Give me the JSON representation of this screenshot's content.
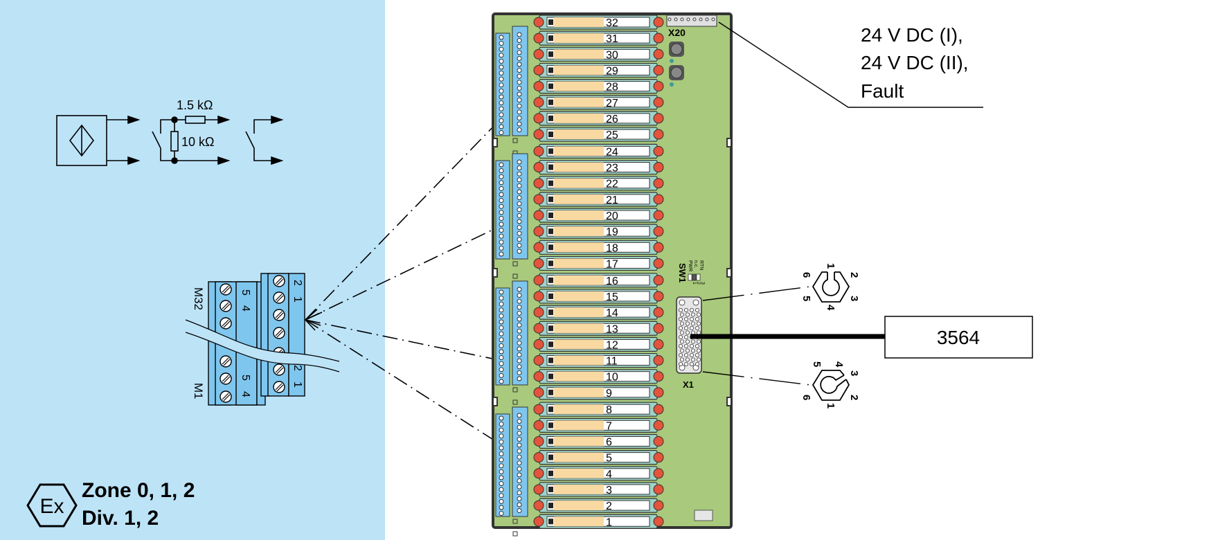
{
  "hazard_zone": {
    "background_color": "#bde3f7",
    "ex_symbol": "Ex",
    "zone_label": "Zone 0, 1, 2",
    "division_label": "Div. 1, 2"
  },
  "sensor_symbols": {
    "resistor_series_label": "1.5 kΩ",
    "resistor_parallel_label": "10 kΩ"
  },
  "terminal_block": {
    "top_label": "M32",
    "bottom_label": "M1",
    "upper_left_pins": [
      "5",
      "4"
    ],
    "upper_right_pins": [
      "2",
      "1"
    ],
    "lower_left_pins": [
      "5",
      "4"
    ],
    "lower_right_pins": [
      "2",
      "1"
    ]
  },
  "board": {
    "connector_top_label": "X20",
    "connector_main_label": "X1",
    "switch_label": "SW1",
    "switch_options": [
      "RTN",
      "n.c.",
      "PWR"
    ],
    "switch_positions": [
      "3",
      "2",
      "1"
    ],
    "module_numbers": [
      "32",
      "31",
      "30",
      "29",
      "28",
      "27",
      "26",
      "25",
      "24",
      "23",
      "22",
      "21",
      "20",
      "19",
      "18",
      "17",
      "16",
      "15",
      "14",
      "13",
      "12",
      "11",
      "10",
      "9",
      "8",
      "7",
      "6",
      "5",
      "4",
      "3",
      "2",
      "1"
    ],
    "colors": {
      "board": "#a9c97c",
      "module": "#9fd2c9",
      "label_strip": "#f9d9a2",
      "led": "#e3543a",
      "terminal": "#7fc6ee"
    }
  },
  "callouts": {
    "status_lines": [
      "24 V DC (I),",
      "24 V DC (II),",
      "Fault"
    ],
    "connector_top_pins": [
      "1",
      "2",
      "3",
      "4",
      "5",
      "6"
    ],
    "connector_bottom_pins": [
      "4",
      "3",
      "2",
      "1",
      "6",
      "5"
    ],
    "target_box_label": "3564"
  }
}
